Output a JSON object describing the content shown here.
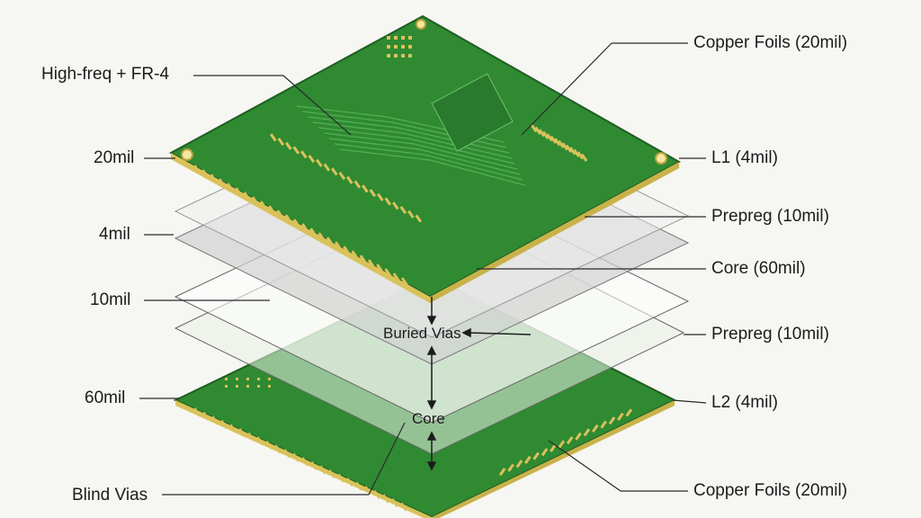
{
  "left_labels": {
    "high_freq": "High-freq + FR-4",
    "thick_20": "20mil",
    "thick_4": "4mil",
    "thick_10": "10mil",
    "thick_60": "60mil",
    "blind_vias": "Blind Vias"
  },
  "right_labels": {
    "copper_top": "Copper Foils (20mil)",
    "l1": "L1 (4mil)",
    "prepreg_top": "Prepreg (10mil)",
    "core": "Core (60mil)",
    "prepreg_bottom": "Prepreg (10mil)",
    "l2": "L2 (4mil)",
    "copper_bottom": "Copper Foils (20mil)"
  },
  "center_labels": {
    "buried_vias": "Buried Vias",
    "core": "Core"
  },
  "colors": {
    "pcb_green": "#2f8a32",
    "pcb_edge": "#1f5e22",
    "pad_gold": "#d9c25a",
    "trace": "#49a64a",
    "prepreg": "#cfcfcf",
    "line": "#2a2a2a"
  }
}
